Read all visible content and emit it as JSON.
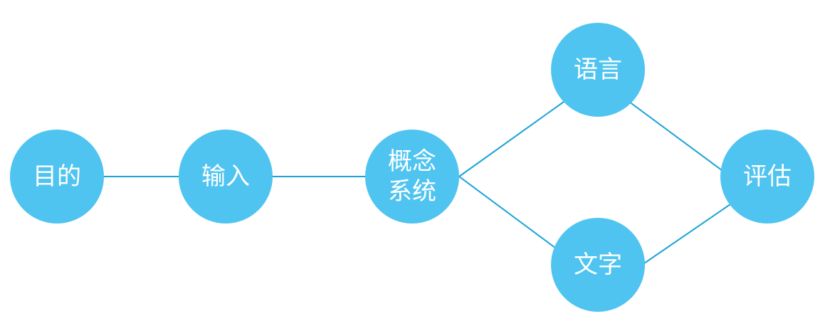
{
  "colors": {
    "node_fill": "#4fc4f0",
    "edge": "#1aa3d8",
    "label": "#ffffff",
    "background": "#ffffff"
  },
  "nodes": {
    "goal": {
      "label": "目的"
    },
    "input": {
      "label": "输入"
    },
    "concept": {
      "line1": "概念",
      "line2": "系统"
    },
    "language": {
      "label": "语言"
    },
    "text": {
      "label": "文字"
    },
    "evaluation": {
      "label": "评估"
    }
  },
  "edges": [
    [
      "goal",
      "input"
    ],
    [
      "input",
      "concept"
    ],
    [
      "concept",
      "language"
    ],
    [
      "concept",
      "text"
    ],
    [
      "language",
      "evaluation"
    ],
    [
      "text",
      "evaluation"
    ]
  ]
}
